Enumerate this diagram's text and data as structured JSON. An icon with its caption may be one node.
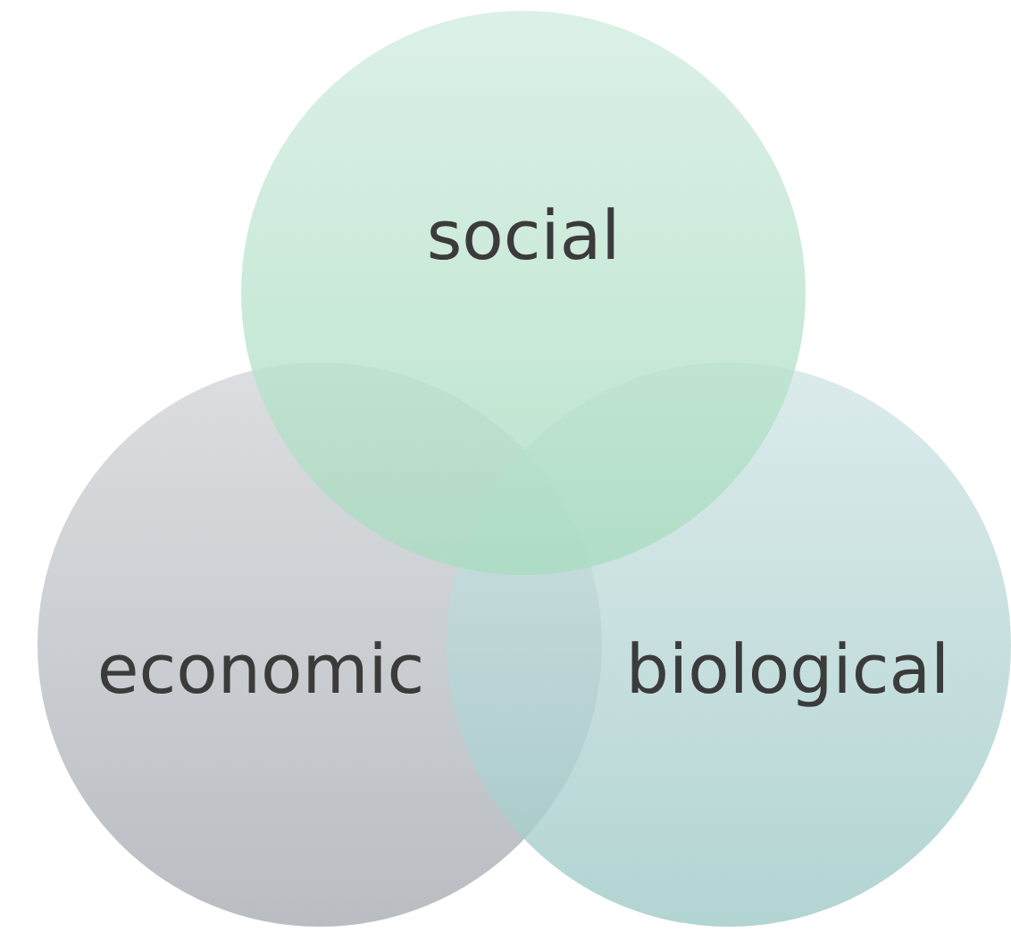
{
  "diagram": {
    "nodes": [
      {
        "text": [
          "social"
        ]
      },
      {
        "text": [
          "economic"
        ]
      },
      {
        "text": [
          "biological"
        ]
      }
    ]
  }
}
